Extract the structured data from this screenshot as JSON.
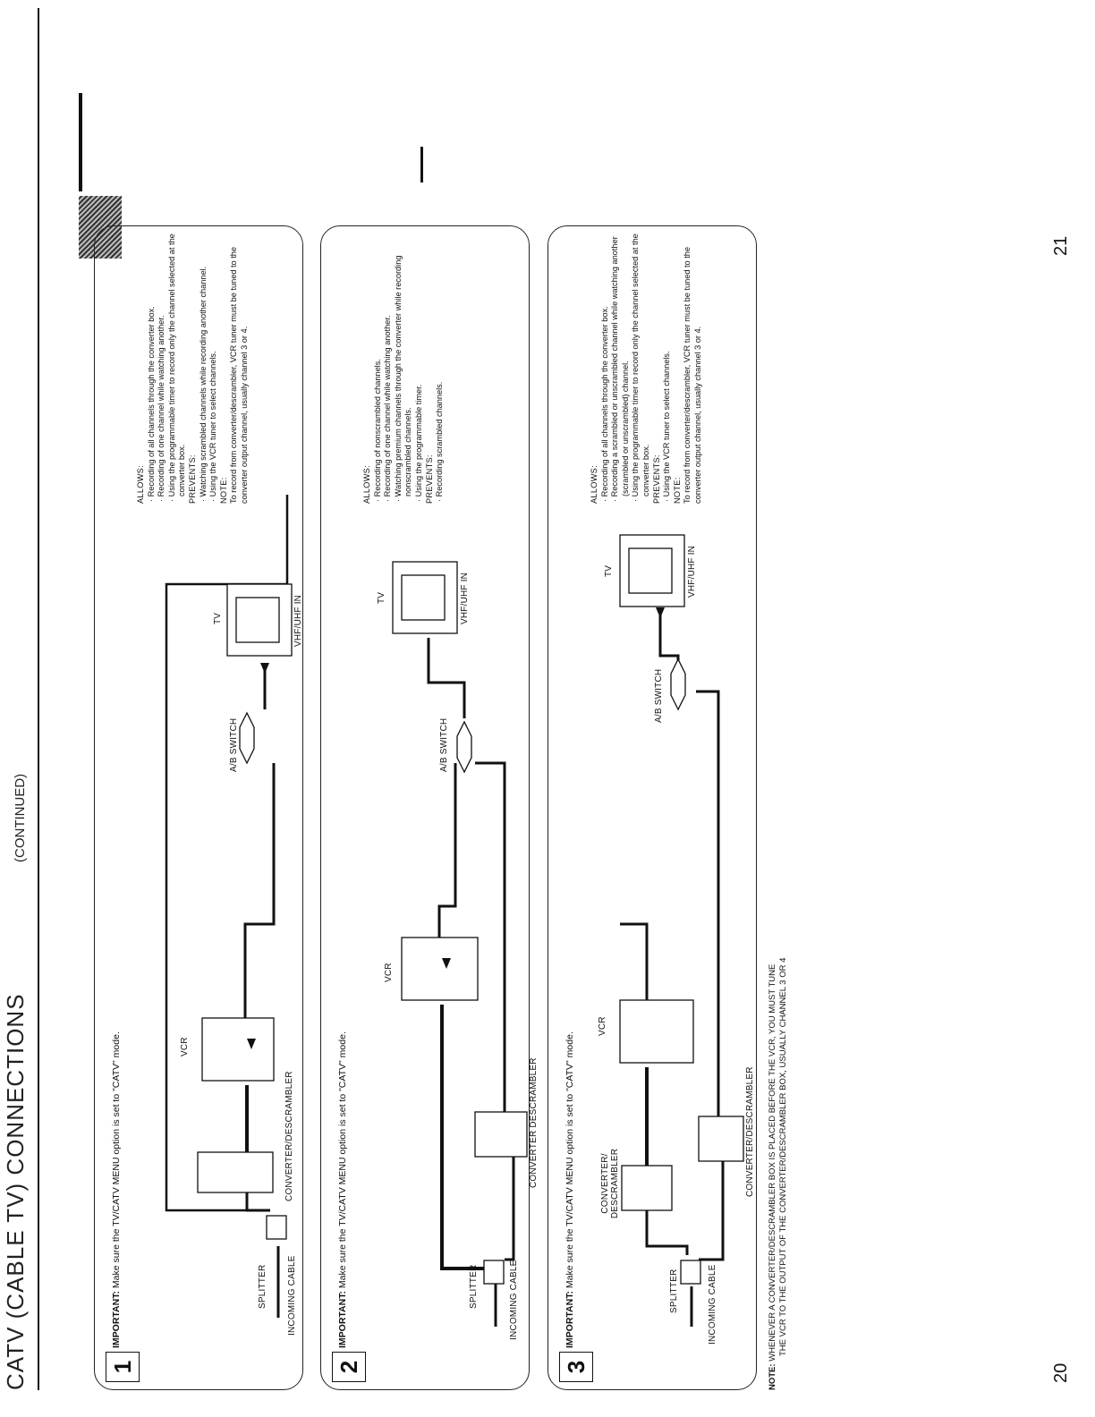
{
  "header": {
    "title": "CATV (CABLE TV) CONNECTIONS",
    "continued": "(CONTINUED)"
  },
  "panels": [
    {
      "number": "1",
      "important_label": "IMPORTANT:",
      "important_text": "Make sure the TV/CATV MENU option is set to \"CATV\" mode.",
      "labels": {
        "splitter": "SPLITTER",
        "incoming_cable": "INCOMING CABLE",
        "converter": "CONVERTER/DESCRAMBLER",
        "vcr": "VCR",
        "ab_switch": "A/B SWITCH",
        "tv": "TV",
        "tv_input": "VHF/UHF IN"
      },
      "allows_head": "ALLOWS:",
      "allows": [
        "Recording of all channels through the converter box.",
        "Recording of one channel while watching another.",
        "Using the programmable timer to record only the channel selected at the converter box."
      ],
      "prevents_head": "PREVENTS:",
      "prevents": [
        "Watching scrambled channels while recording another channel.",
        "Using the VCR tuner to select channels."
      ],
      "note_head": "NOTE:",
      "note": "To record from converter/descrambler, VCR tuner must be tuned to the converter output channel, usually channel 3 or 4."
    },
    {
      "number": "2",
      "important_label": "IMPORTANT:",
      "important_text": "Make sure the TV/CATV MENU option is set to \"CATV\" mode.",
      "labels": {
        "splitter": "SPLITTER",
        "incoming_cable": "INCOMING CABLE",
        "converter": "CONVERTER DESCRAMBLER",
        "vcr": "VCR",
        "ab_switch": "A/B SWITCH",
        "tv": "TV",
        "tv_input": "VHF/UHF IN"
      },
      "allows_head": "ALLOWS:",
      "allows": [
        "Recording of nonscrambled channels.",
        "Recording of one channel while watching another.",
        "Watching premium channels through the converter while recording nonscrambled channels.",
        "Using the programmable timer."
      ],
      "prevents_head": "PREVENTS:",
      "prevents": [
        "Recording scrambled channels."
      ],
      "note_head": "",
      "note": ""
    },
    {
      "number": "3",
      "important_label": "IMPORTANT:",
      "important_text": "Make sure the TV/CATV MENU option is set to \"CATV\" mode.",
      "labels": {
        "splitter": "SPLITTER",
        "incoming_cable": "INCOMING CABLE",
        "converter_top": "CONVERTER/ DESCRAMBLER",
        "converter": "CONVERTER/DESCRAMBLER",
        "vcr": "VCR",
        "ab_switch": "A/B SWITCH",
        "tv": "TV",
        "tv_input": "VHF/UHF IN"
      },
      "allows_head": "ALLOWS:",
      "allows": [
        "Recording of all channels through the converter box.",
        "Recording a scrambled or unscrambled channel while watching another (scrambled or unscrambled) channel.",
        "Using the programmable timer to record only the channel selected at the converter box."
      ],
      "prevents_head": "PREVENTS:",
      "prevents": [
        "Using the VCR tuner to select channels."
      ],
      "note_head": "NOTE:",
      "note": "To record from converter/descrambler, VCR tuner must be tuned to the converter output channel, usually channel 3 or 4."
    }
  ],
  "footer": {
    "note_label": "NOTE:",
    "note_line1": "WHENEVER A CONVERTER/DESCRAMBLER BOX IS PLACED BEFORE THE VCR, YOU MUST TUNE",
    "note_line2": "THE VCR TO THE OUTPUT OF THE CONVERTER/DESCRAMBLER BOX, USUALLY CHANNEL 3 OR 4",
    "page_left": "20",
    "page_right": "21"
  }
}
